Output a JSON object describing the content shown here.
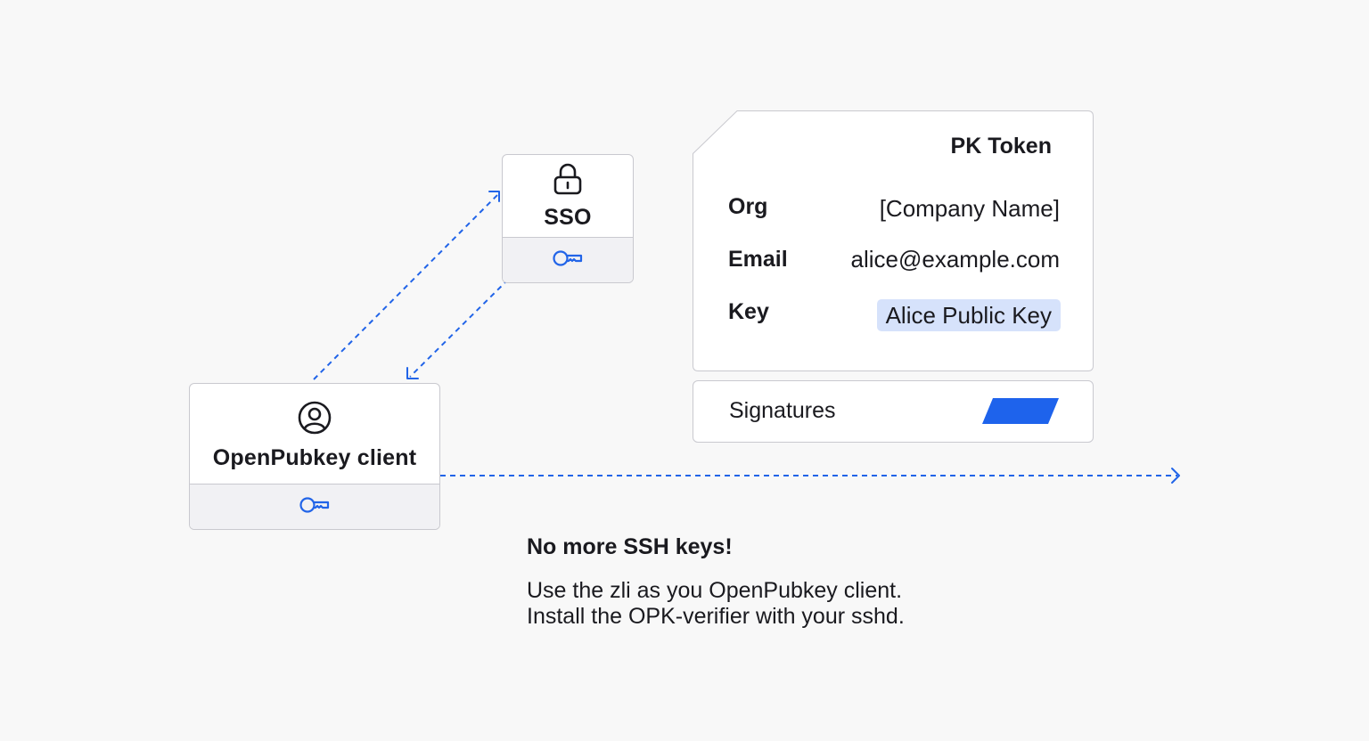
{
  "colors": {
    "accent": "#2164e8",
    "background": "#f8f8f8",
    "border": "#c9c9cf",
    "key_highlight": "#d6e2fb",
    "signature_block": "#1e63ec"
  },
  "sso": {
    "title": "SSO",
    "icon": "lock-icon",
    "footer_icon": "key-icon"
  },
  "client": {
    "title": "OpenPubkey client",
    "icon": "user-circle-icon",
    "footer_icon": "key-icon"
  },
  "pk_token": {
    "title": "PK Token",
    "fields": [
      {
        "label": "Org",
        "value": "[Company Name]"
      },
      {
        "label": "Email",
        "value": "alice@example.com"
      },
      {
        "label": "Key",
        "value": "Alice Public Key"
      }
    ]
  },
  "signatures": {
    "label": "Signatures"
  },
  "caption": {
    "title": "No more SSH keys!",
    "lines": [
      "Use the zli as you OpenPubkey client.",
      "Install the OPK-verifier with your sshd."
    ]
  }
}
